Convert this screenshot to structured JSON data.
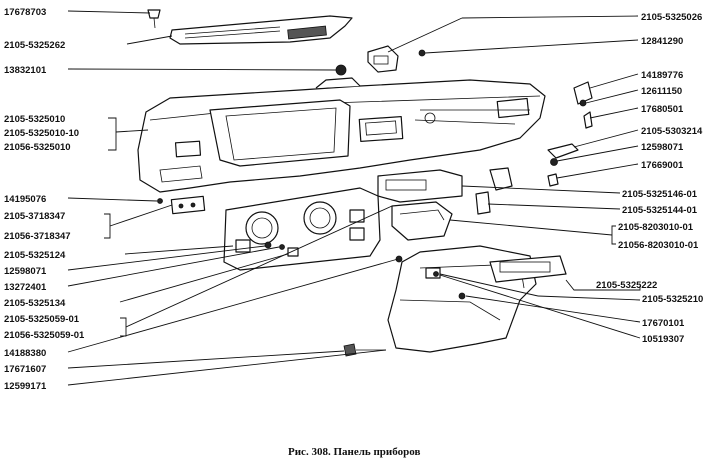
{
  "caption": "Рис. 308. Панель приборов",
  "labels_left": [
    "17678703",
    "2105-5325262",
    "13832101",
    "2105-5325010",
    "2105-5325010-10",
    "21056-5325010",
    "14195076",
    "2105-3718347",
    "21056-3718347",
    "2105-5325124",
    "12598071",
    "13272401",
    "2105-5325134",
    "2105-5325059-01",
    "21056-5325059-01",
    "14188380",
    "17671607",
    "12599171"
  ],
  "labels_right": [
    "2105-5325026",
    "12841290",
    "14189776",
    "12611150",
    "17680501",
    "2105-5303214",
    "12598071",
    "17669001",
    "2105-5325146-01",
    "2105-5325144-01",
    "2105-8203010-01",
    "21056-8203010-01",
    "2105-5325222",
    "2105-5325210",
    "17670101",
    "10519307"
  ]
}
